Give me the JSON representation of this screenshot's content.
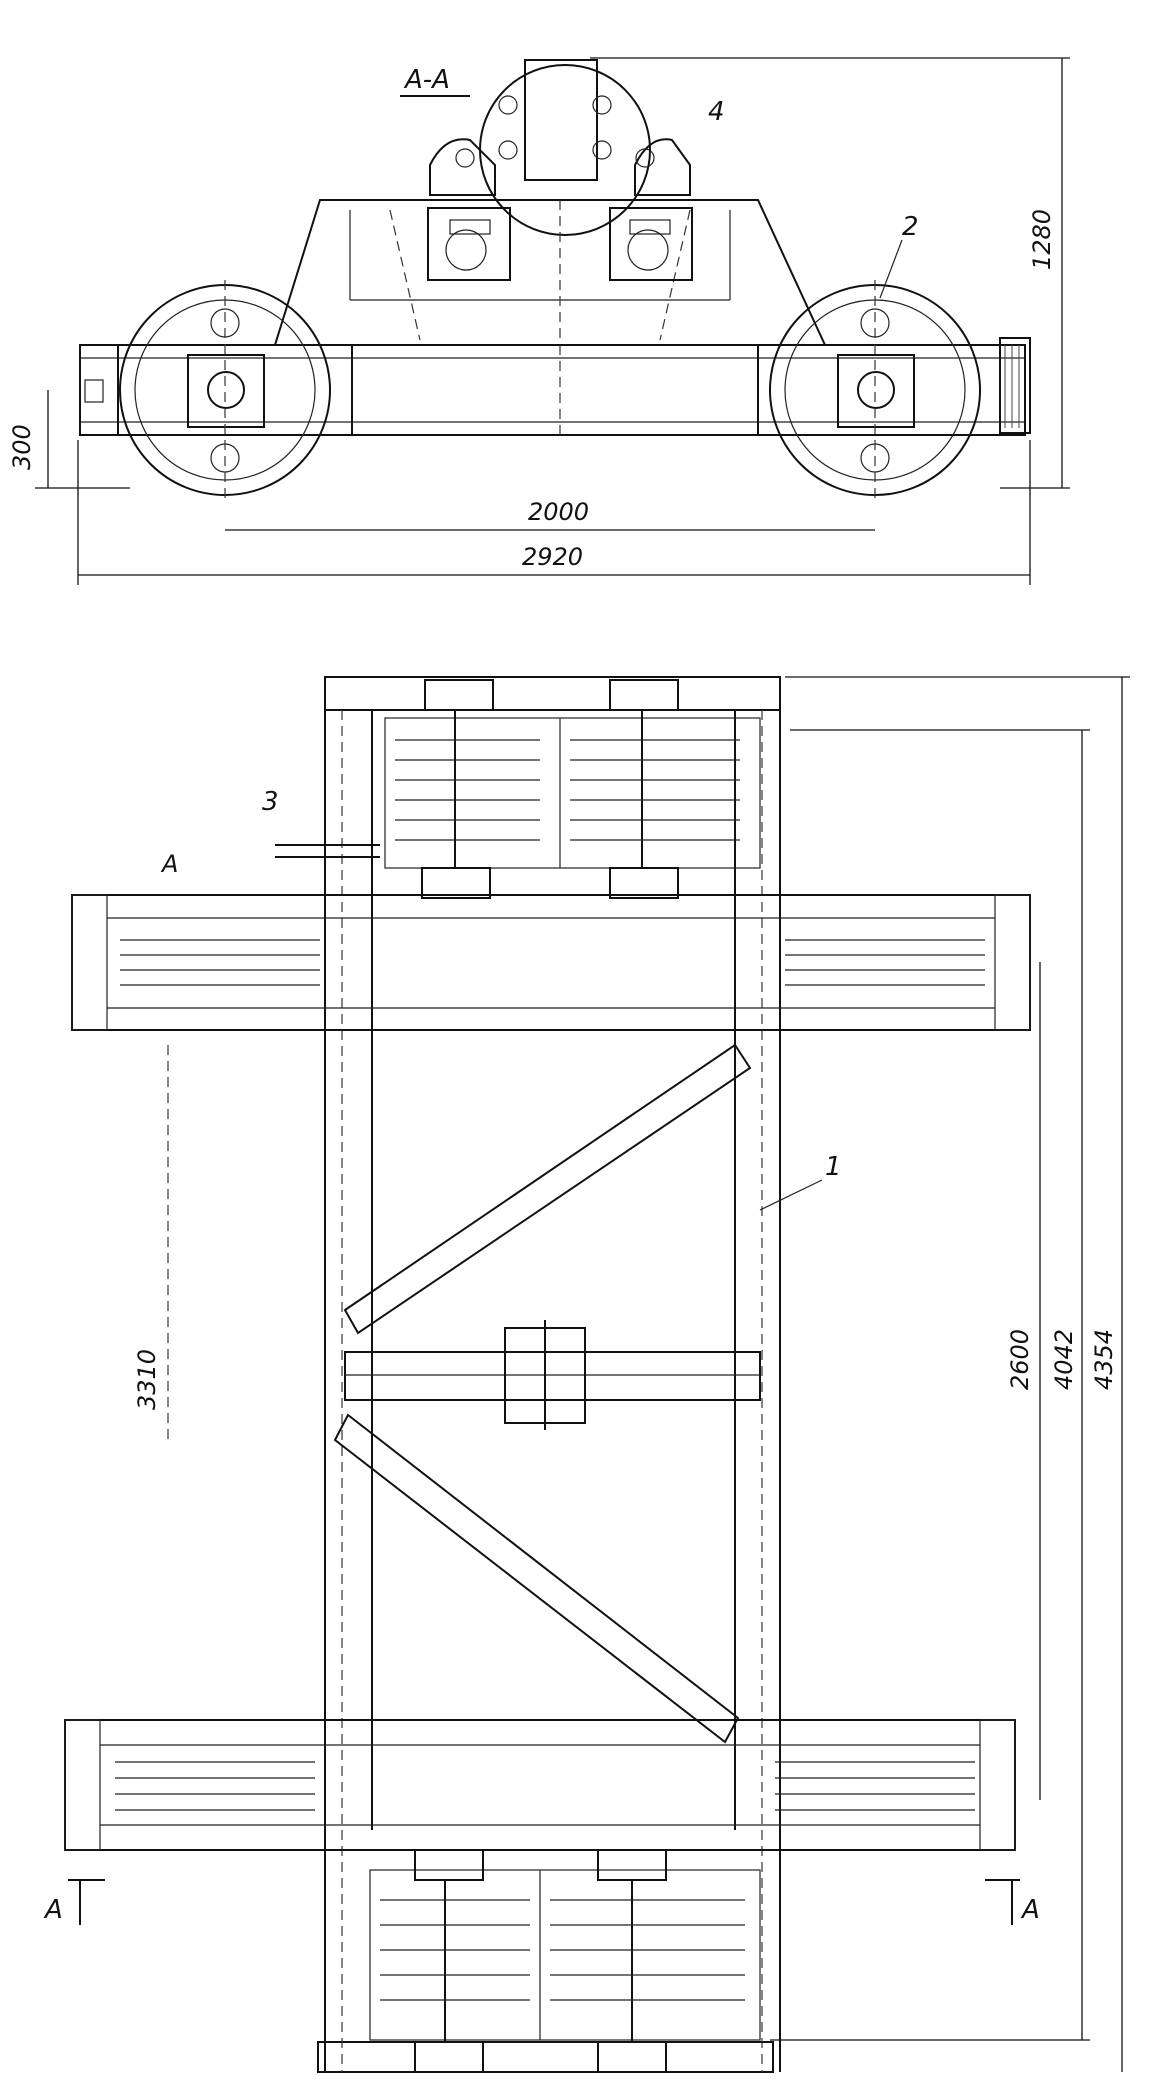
{
  "section_title": "A-A",
  "callouts": {
    "frame": "1",
    "wheel": "2",
    "rod": "3",
    "hook_block": "4"
  },
  "dimensions": {
    "side_height_300": "300",
    "wheel_base": "2000",
    "overall_length": "2920",
    "overall_height": "1280",
    "plan_width": "3310",
    "dim_2600": "2600",
    "dim_4042": "4042",
    "dim_4354": "4354"
  },
  "section_marks": {
    "left": "A",
    "right": "A",
    "top_left": "A"
  }
}
